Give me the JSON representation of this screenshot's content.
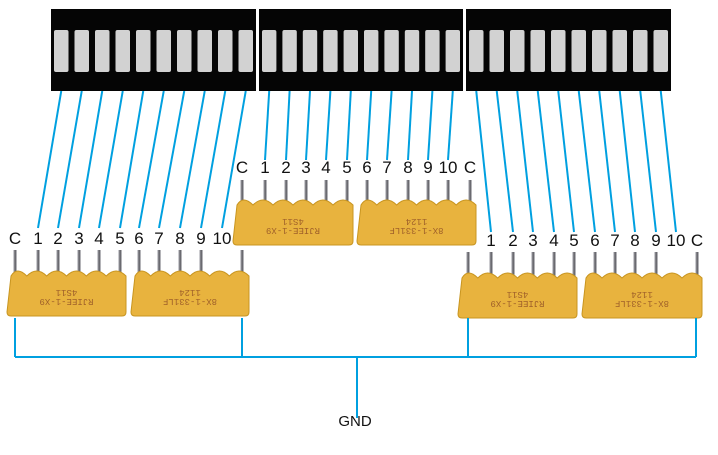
{
  "diagram": {
    "title": "LED bar graph with resistor networks wiring",
    "colors": {
      "wire": "#00a0e0",
      "bar_body": "#050505",
      "segment": "#d2d2d2",
      "resistor": "#e8b33e"
    },
    "bargraphs": [
      {
        "name": "left",
        "segments": 10
      },
      {
        "name": "middle",
        "segments": 10
      },
      {
        "name": "right",
        "segments": 10
      }
    ],
    "resistor_groups": [
      {
        "name": "left",
        "pin_labels": [
          "C",
          "1",
          "2",
          "3",
          "4",
          "5",
          "6",
          "7",
          "8",
          "9",
          "10"
        ],
        "packages": [
          {
            "markings": [
              "4S11",
              "RJIEE-1-X9"
            ]
          },
          {
            "markings": [
              "1124",
              "8X-1-331LF"
            ]
          }
        ]
      },
      {
        "name": "middle",
        "pin_labels": [
          "C",
          "1",
          "2",
          "3",
          "4",
          "5",
          "6",
          "7",
          "8",
          "9",
          "10",
          "C"
        ],
        "packages": [
          {
            "markings": [
              "4S11",
              "RJIEE-1-X9"
            ]
          },
          {
            "markings": [
              "1124",
              "8X-1-331LF"
            ]
          }
        ]
      },
      {
        "name": "right",
        "pin_labels": [
          "1",
          "2",
          "3",
          "4",
          "5",
          "6",
          "7",
          "8",
          "9",
          "10",
          "C"
        ],
        "packages": [
          {
            "markings": [
              "4S11",
              "RJIEE-1-X9"
            ]
          },
          {
            "markings": [
              "1124",
              "8X-1-331LF"
            ]
          }
        ]
      }
    ],
    "ground_label": "GND"
  }
}
